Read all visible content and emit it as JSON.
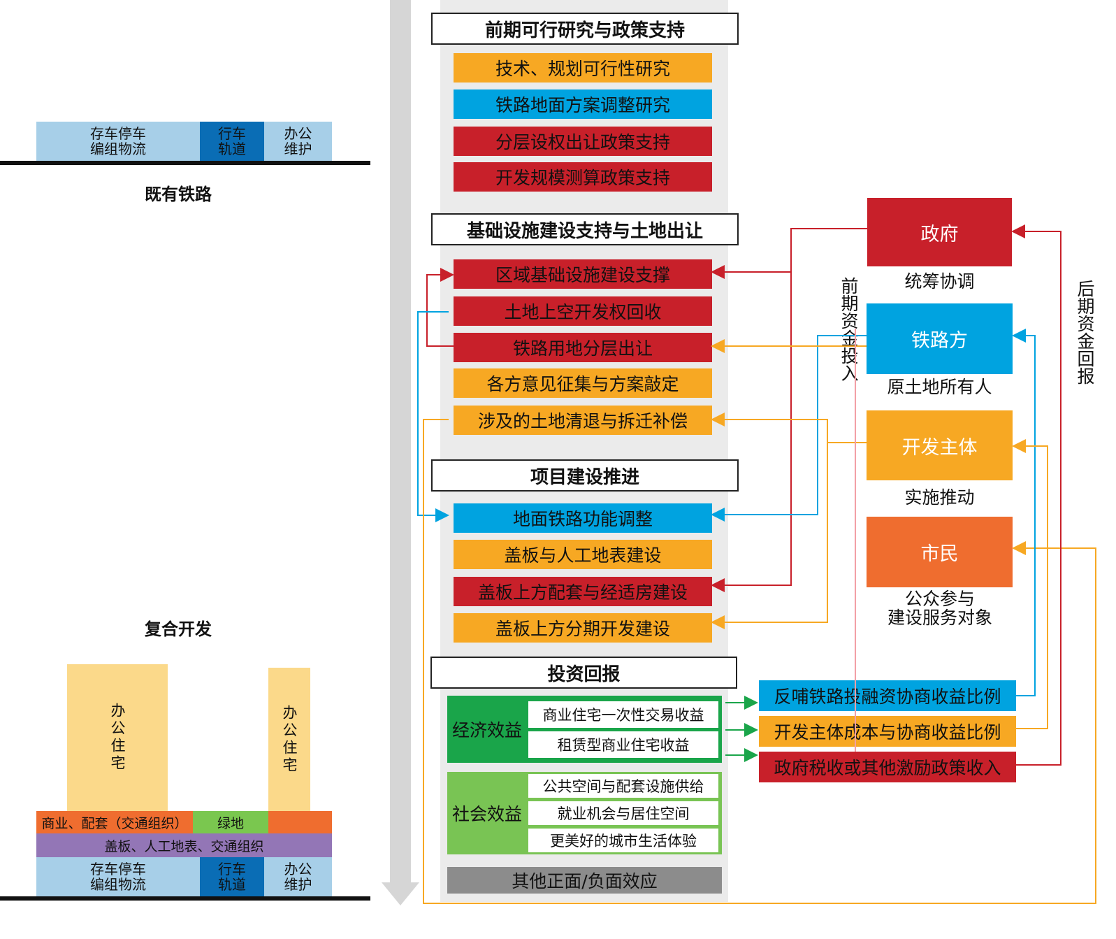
{
  "colors": {
    "orange": "#f7a823",
    "blue": "#00a3e0",
    "red": "#c8202a",
    "dark_orange": "#ef6d2f",
    "green_dark": "#1aa54a",
    "green_light": "#79c454",
    "grey_bar": "#8c8c8c",
    "light_blue": "#a7cfe8",
    "dark_blue": "#0a6db5",
    "purple": "#9376b6",
    "pale_yellow": "#fbd98a",
    "green_ground": "#7ac74f"
  },
  "left": {
    "existing": {
      "caption": "既有铁路",
      "blocks": [
        "存车停车\n编组物流",
        "行车\n轨道",
        "办公\n维护"
      ]
    },
    "complex": {
      "caption": "复合开发",
      "tower1": "办公住宅",
      "tower2": "办公住宅",
      "commerce": "商业、配套（交通组织）",
      "green": "绿地",
      "deck": "盖板、人工地表、交通组织",
      "blocks": [
        "存车停车\n编组物流",
        "行车\n轨道",
        "办公\n维护"
      ]
    }
  },
  "sections": [
    {
      "title": "前期可行研究与政策支持",
      "rows": [
        "技术、规划可行性研究",
        "铁路地面方案调整研究",
        "分层设权出让政策支持",
        "开发规模测算政策支持"
      ]
    },
    {
      "title": "基础设施建设支持与土地出让",
      "rows": [
        "区域基础设施建设支撑",
        "土地上空开发权回收",
        "铁路用地分层出让",
        "各方意见征集与方案敲定",
        "涉及的土地清退与拆迁补偿"
      ]
    },
    {
      "title": "项目建设推进",
      "rows": [
        "地面铁路功能调整",
        "盖板与人工地表建设",
        "盖板上方配套与经适房建设",
        "盖板上方分期开发建设"
      ]
    },
    {
      "title": "投资回报",
      "economic": {
        "label": "经济效益",
        "items": [
          "商业住宅一次性交易收益",
          "租赁型商业住宅收益"
        ]
      },
      "social": {
        "label": "社会效益",
        "items": [
          "公共空间与配套设施供给",
          "就业机会与居住空间",
          "更美好的城市生活体验"
        ]
      },
      "other": "其他正面/负面效应"
    }
  ],
  "returns": [
    "反哺铁路投融资协商收益比例",
    "开发主体成本与协商收益比例",
    "政府税收或其他激励政策收入"
  ],
  "stakeholders": [
    {
      "name": "政府",
      "role": "统筹协调"
    },
    {
      "name": "铁路方",
      "role": "原土地所有人"
    },
    {
      "name": "开发主体",
      "role": "实施推动"
    },
    {
      "name": "市民",
      "role": "公众参与\n建设服务对象"
    }
  ],
  "vertical_labels": {
    "early": "前期资金投入",
    "late": "后期资金回报"
  }
}
